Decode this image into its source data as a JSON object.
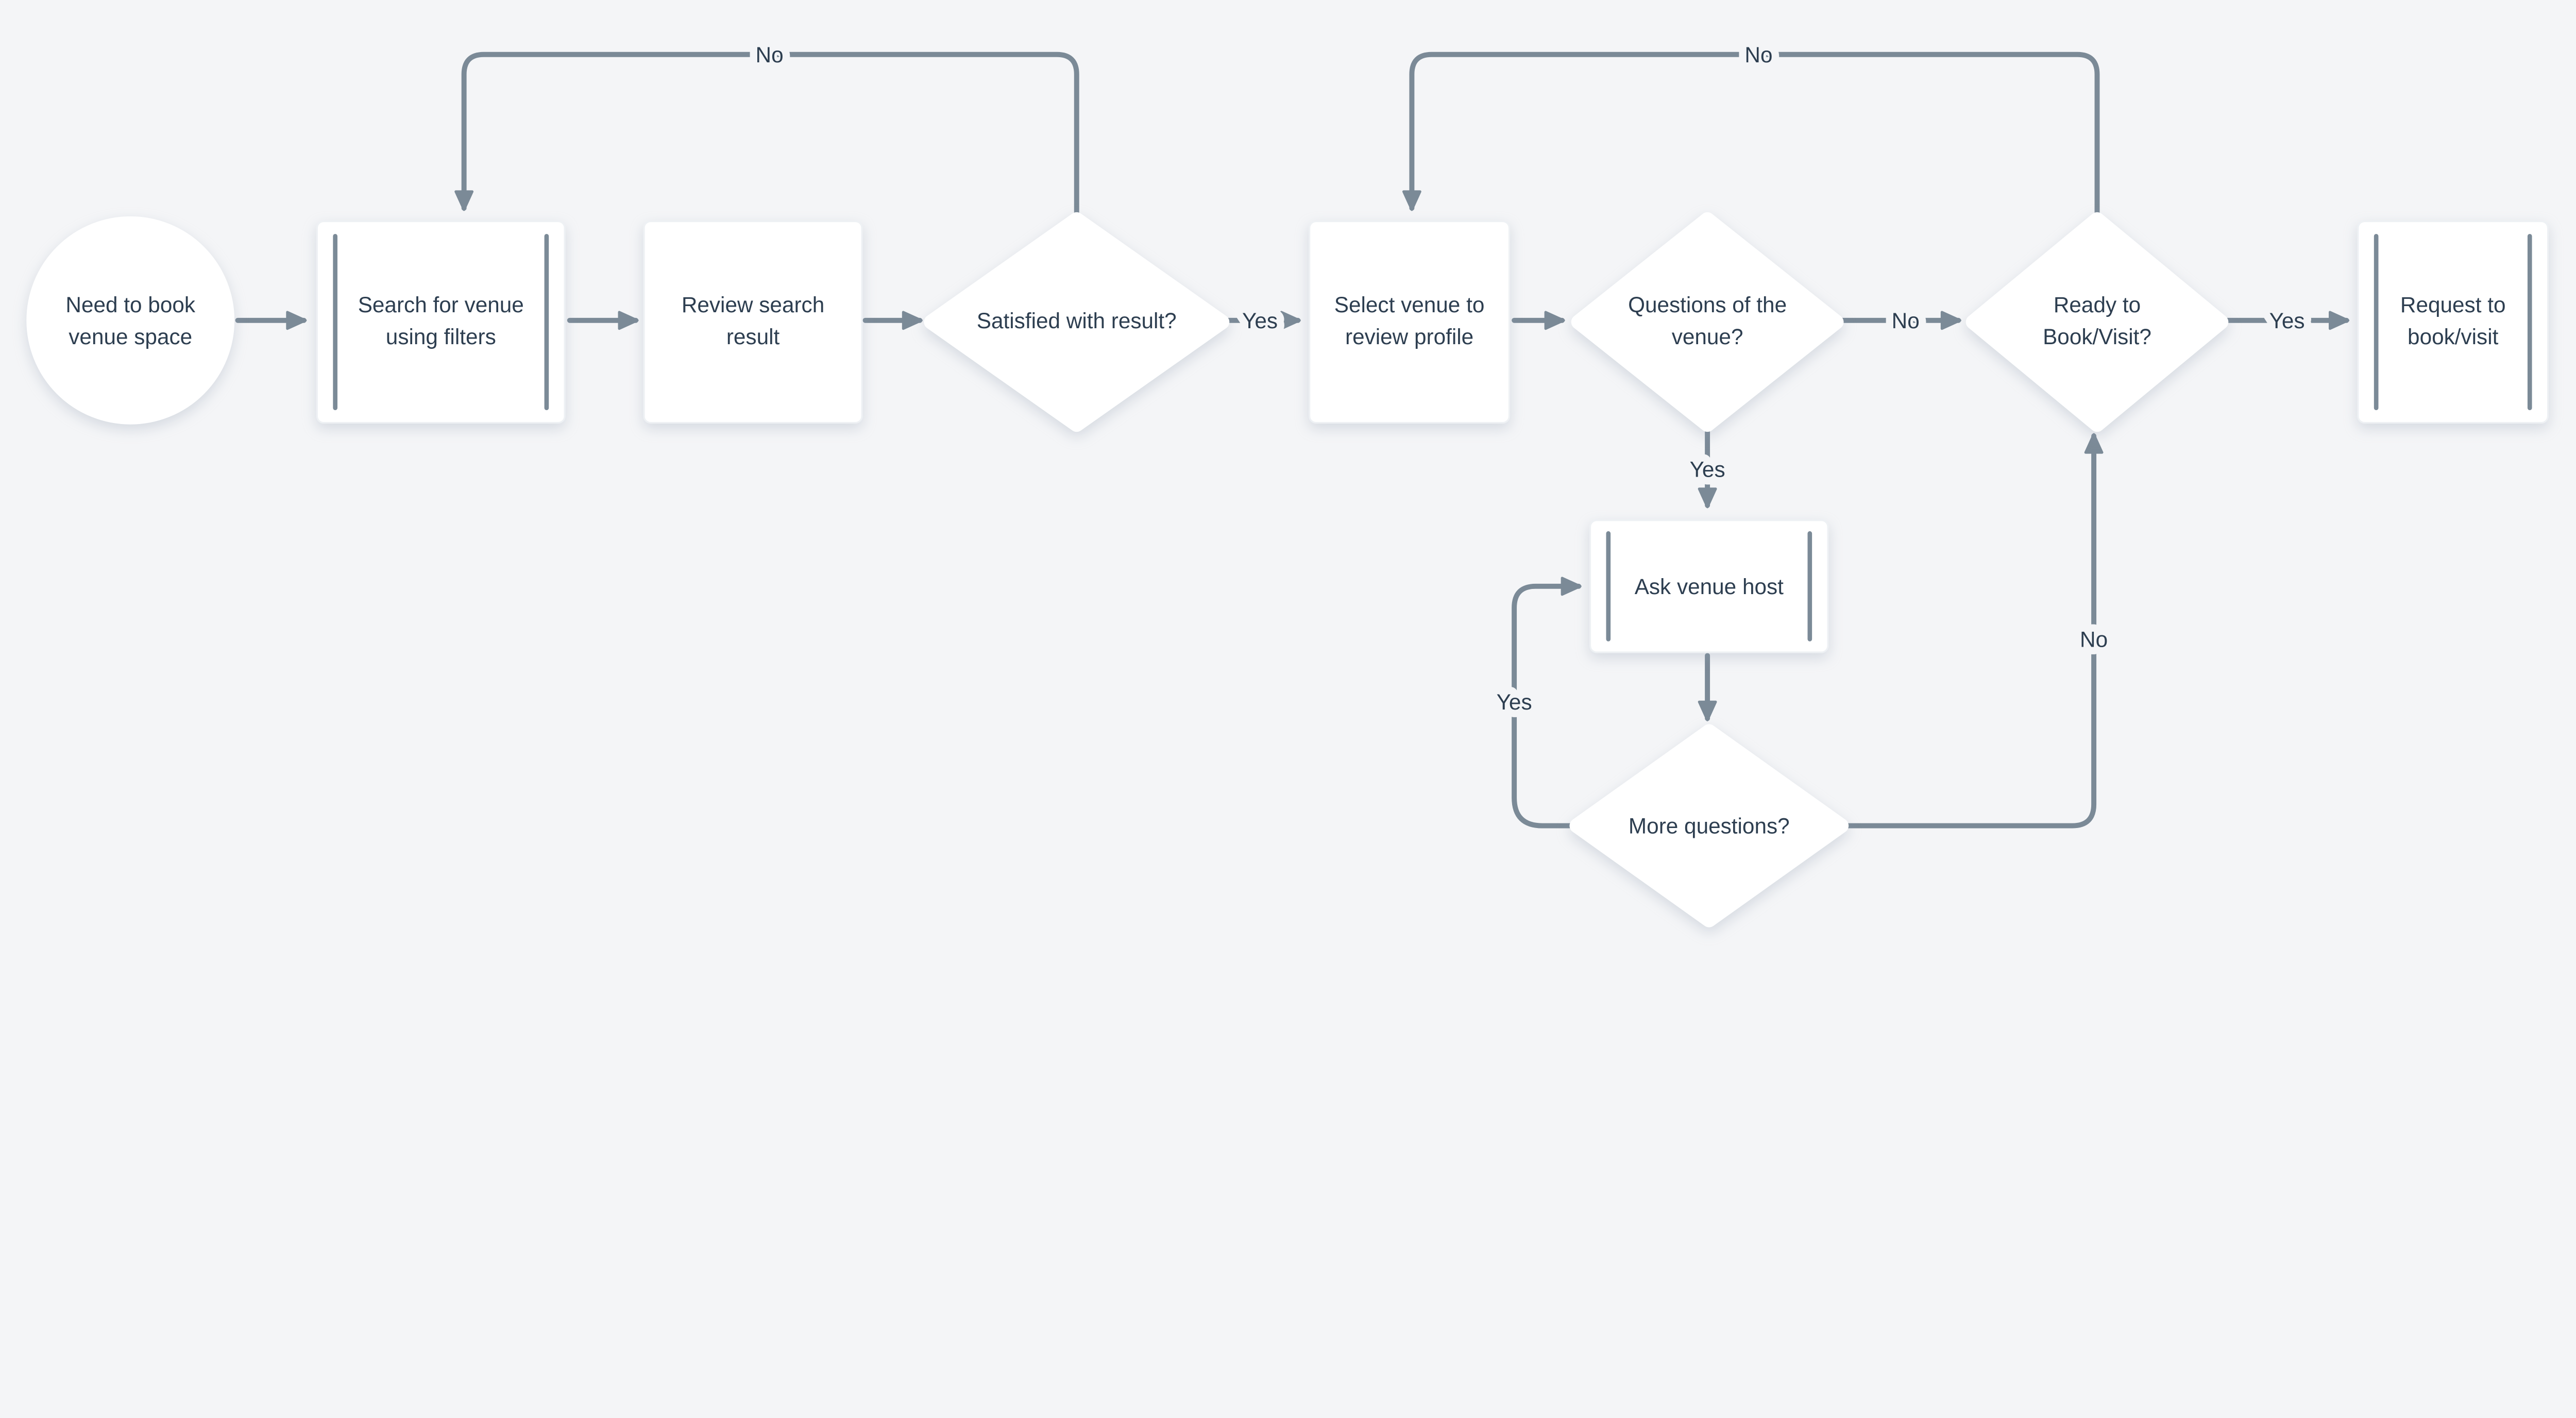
{
  "diagram": {
    "bg_color": "#f4f5f7",
    "line_color": "#7b8a97",
    "text_color": "#2d3e50",
    "shape_fill": "#ffffff",
    "nodes": {
      "start": {
        "type": "start-ellipse",
        "lines": [
          "Need to book",
          "venue space"
        ]
      },
      "search": {
        "type": "predefined-process",
        "lines": [
          "Search for venue",
          "using filters"
        ]
      },
      "review": {
        "type": "process",
        "lines": [
          "Review search",
          "result"
        ]
      },
      "satisfied": {
        "type": "decision",
        "lines": [
          "Satisfied with result?"
        ]
      },
      "select": {
        "type": "process",
        "lines": [
          "Select venue to",
          "review profile"
        ]
      },
      "questions": {
        "type": "decision",
        "lines": [
          "Questions of the",
          "venue?"
        ]
      },
      "ready": {
        "type": "decision",
        "lines": [
          "Ready to",
          "Book/Visit?"
        ]
      },
      "request": {
        "type": "predefined-process",
        "lines": [
          "Request to",
          "book/visit"
        ]
      },
      "ask": {
        "type": "predefined-process",
        "lines": [
          "Ask venue host"
        ]
      },
      "more": {
        "type": "decision",
        "lines": [
          "More questions?"
        ]
      }
    },
    "edge_labels": {
      "satisfied_no": "No",
      "satisfied_yes": "Yes",
      "questions_no": "No",
      "questions_yes": "Yes",
      "ready_no": "No",
      "ready_yes": "Yes",
      "more_yes": "Yes",
      "more_no": "No"
    }
  }
}
